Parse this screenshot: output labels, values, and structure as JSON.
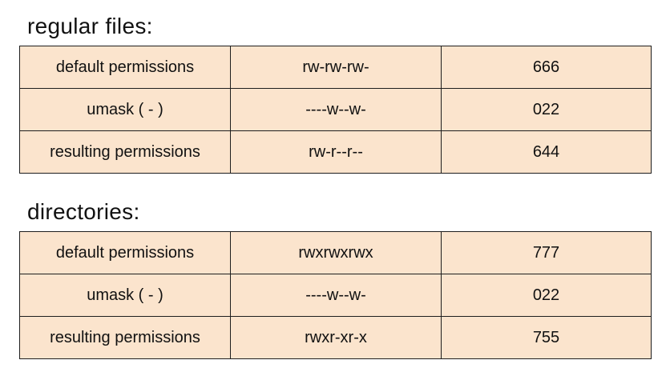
{
  "sections": [
    {
      "heading": "regular files:",
      "rows": [
        {
          "label": "default permissions",
          "symbolic": "rw-rw-rw-",
          "octal": "666"
        },
        {
          "label": "umask ( - )",
          "symbolic": "----w--w-",
          "octal": "022"
        },
        {
          "label": "resulting permissions",
          "symbolic": "rw-r--r--",
          "octal": "644"
        }
      ]
    },
    {
      "heading": "directories:",
      "rows": [
        {
          "label": "default permissions",
          "symbolic": "rwxrwxrwx",
          "octal": "777"
        },
        {
          "label": "umask ( - )",
          "symbolic": "----w--w-",
          "octal": "022"
        },
        {
          "label": "resulting permissions",
          "symbolic": "rwxr-xr-x",
          "octal": "755"
        }
      ]
    }
  ],
  "colors": {
    "cell_background": "#fbe4cd",
    "border": "#1e1e1e",
    "text": "#111111"
  }
}
